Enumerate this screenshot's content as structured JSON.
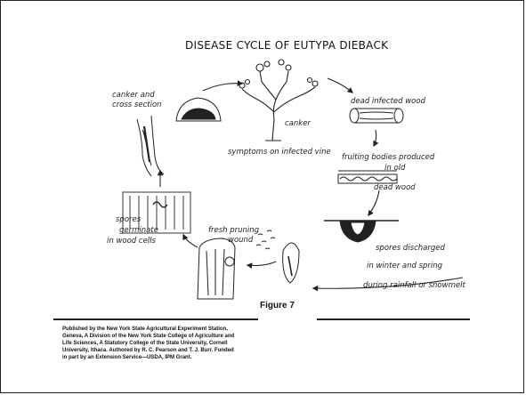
{
  "title": "DISEASE CYCLE OF EUTYPA DIEBACK",
  "labels": {
    "canker_cross_section": [
      "canker and",
      "cross section"
    ],
    "canker": "canker",
    "symptoms": "symptoms on infected vine",
    "dead_wood": "dead infected wood",
    "fruiting_bodies": [
      "fruiting bodies produced",
      "in old",
      "dead wood"
    ],
    "spores_discharged": [
      "spores discharged",
      "in winter and spring",
      "during rainfall or snowmelt"
    ],
    "fresh_pruning": [
      "fresh pruning",
      "wound"
    ],
    "spores_germinate": [
      "spores",
      "germinate",
      "in wood cells"
    ]
  },
  "figure_caption": "Figure 7",
  "credit": [
    "Published by the New York State Agricultural Experiment Station,",
    "Geneva, A Division of the New York State College of Agriculture and",
    "Life Sciences, A Statutory College of the State University, Cornell",
    "University, Ithaca. Authored by R. C. Pearson and T. J. Burr. Funded",
    "in part by an Extension Service—USDA, IPM Grant."
  ]
}
